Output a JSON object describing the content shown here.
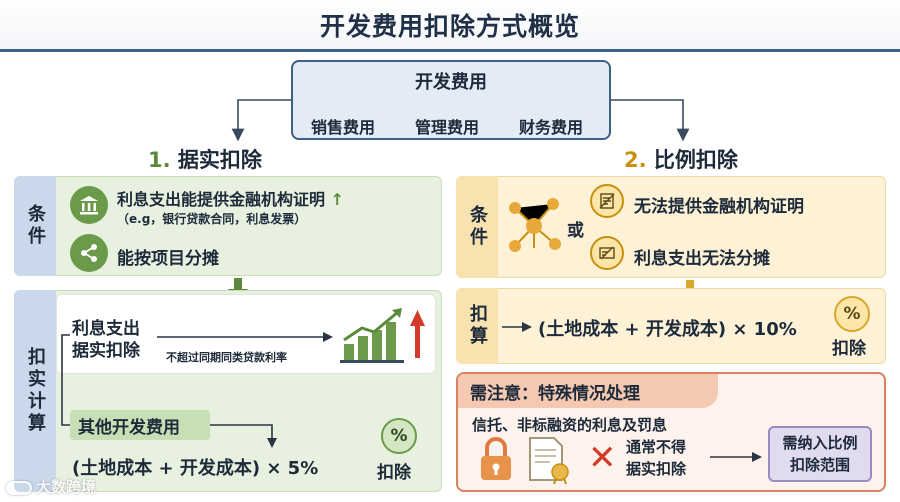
{
  "title": "开发费用扣除方式概览",
  "top": {
    "title": "开发费用",
    "items": [
      "销售费用",
      "管理费用",
      "财务费用"
    ]
  },
  "left": {
    "heading_num": "1.",
    "heading_text": "据实扣除",
    "cond_label": "条件",
    "cond1_main": "利息支出能提供金融机构证明",
    "cond1_arrow": "↑",
    "cond1_sub": "（e.g，银行贷款合同，利息发票）",
    "cond2": "能按项目分摊",
    "calc_label": "扣实计算",
    "interest_line1": "利息支出",
    "interest_line2": "据实扣除",
    "interest_note": "不超过同期同类贷款利率",
    "other": "其他开发费用",
    "formula": "(土地成本 + 开发成本) × 5%",
    "deduct_icon": "%",
    "deduct": "扣除"
  },
  "right": {
    "heading_num": "2.",
    "heading_text": "比例扣除",
    "cond_label": "条件",
    "or": "或",
    "cond1": "无法提供金融机构证明",
    "cond2": "利息支出无法分摊",
    "calc_label": "扣算",
    "formula": "(土地成本 + 开发成本) × 10%",
    "deduct_icon": "%",
    "deduct": "扣除"
  },
  "notice": {
    "head": "需注意：特殊情况处理",
    "desc": "信托、非标融资的利息及罚息",
    "cross": "✕",
    "normal_line1": "通常不得",
    "normal_line2": "据实扣除",
    "result_line1": "需纳入比例",
    "result_line2": "扣除范围"
  },
  "watermark": "大数跨境",
  "colors": {
    "green": "#6c9a4b",
    "yellow": "#d8a62a",
    "navy": "#3e5f86",
    "red": "#d23a2a"
  }
}
